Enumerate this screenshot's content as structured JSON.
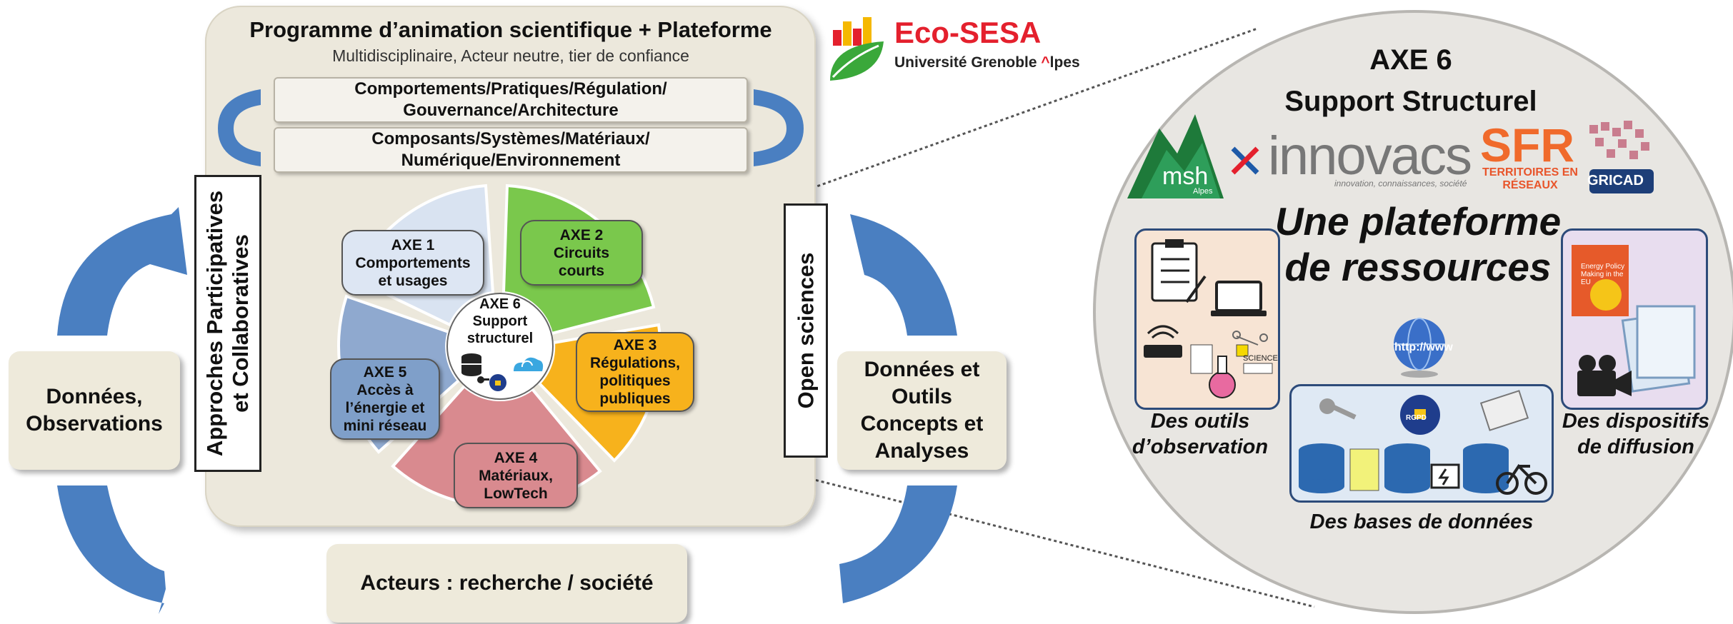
{
  "programme": {
    "title": "Programme d’animation scientifique + Plateforme",
    "subtitle": "Multidisciplinaire, Acteur neutre, tier de confiance",
    "band1": "Comportements/Pratiques/Régulation/ Gouvernance/Architecture",
    "band2": "Composants/Systèmes/Matériaux/ Numérique/Environnement"
  },
  "side_labels": {
    "approches_line1": "Approches Participatives",
    "approches_line2": "et Collaboratives",
    "open_sciences": "Open sciences"
  },
  "cycle_boxes": {
    "donnees_observations": [
      "Données,",
      "Observations"
    ],
    "donnees_outils": [
      "Données et",
      "Outils",
      "Concepts et",
      "Analyses"
    ],
    "acteurs": "Acteurs : recherche / société"
  },
  "axes": {
    "axe1": [
      "AXE 1",
      "Comportements",
      "et usages"
    ],
    "axe2": [
      "AXE 2",
      "Circuits",
      "courts"
    ],
    "axe3": [
      "AXE 3",
      "Régulations,",
      "politiques",
      "publiques"
    ],
    "axe4": [
      "AXE 4",
      "Matériaux,",
      "LowTech"
    ],
    "axe5": [
      "AXE 5",
      "Accès à",
      "l’énergie et",
      "mini réseau"
    ],
    "axe6": [
      "AXE 6",
      "Support",
      "structurel"
    ]
  },
  "logo": {
    "name": "Eco-SESA",
    "university_part1": "Université Grenoble ",
    "university_part2": "lpes"
  },
  "right_panel": {
    "title_line1": "AXE 6",
    "title_line2": "Support Structurel",
    "plateforme_line1": "Une plateforme",
    "plateforme_line2": "de ressources",
    "partner_logos": {
      "msh": "msh",
      "msh_sub": "Alpes",
      "innovacs": "innovacs",
      "innovacs_sub": "innovation, connaissances, société",
      "sfr": "SFR",
      "sfr_sub": "TERRITOIRES EN RÉSEAUX",
      "gricad": "GRICAD"
    },
    "resources": {
      "outils": [
        "Des outils",
        "d’observation"
      ],
      "bases": "Des bases de données",
      "diffusion": [
        "Des dispositifs",
        "de diffusion"
      ]
    },
    "icon_texts": {
      "url": "http://www",
      "rgpd": "RGPD",
      "science": "SCIENCE",
      "book_title": "Energy Policy Making in the EU"
    }
  },
  "colors": {
    "main_panel": "#ece8dc",
    "axe1": "#dde6f3",
    "axe2": "#7ac84c",
    "axe3": "#f7b21c",
    "axe4": "#d98a8f",
    "axe5": "#7f9fc9",
    "arrows": "#4a7fc1",
    "logo_red": "#e4202d",
    "sfr_orange": "#f06a2b"
  }
}
